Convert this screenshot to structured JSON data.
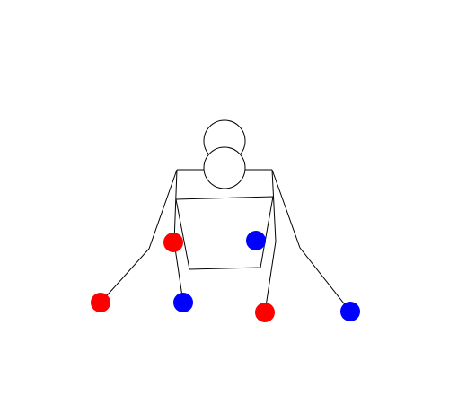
{
  "canvas": {
    "background": "#ffffff",
    "stroke_color": "#000000"
  },
  "figure": {
    "parts": [
      "head-upper-circle",
      "head-lower-circle",
      "torso",
      "left-arm",
      "right-arm",
      "left-leg",
      "right-leg"
    ]
  },
  "markers": {
    "colors": {
      "red": "#ff0000",
      "blue": "#0000ff"
    },
    "items": [
      {
        "name": "left-hand-marker",
        "color": "red"
      },
      {
        "name": "left-knee-marker",
        "color": "red"
      },
      {
        "name": "left-foot-marker",
        "color": "blue"
      },
      {
        "name": "right-knee-marker",
        "color": "blue"
      },
      {
        "name": "right-foot-marker",
        "color": "red"
      },
      {
        "name": "right-hand-marker",
        "color": "blue"
      }
    ]
  }
}
